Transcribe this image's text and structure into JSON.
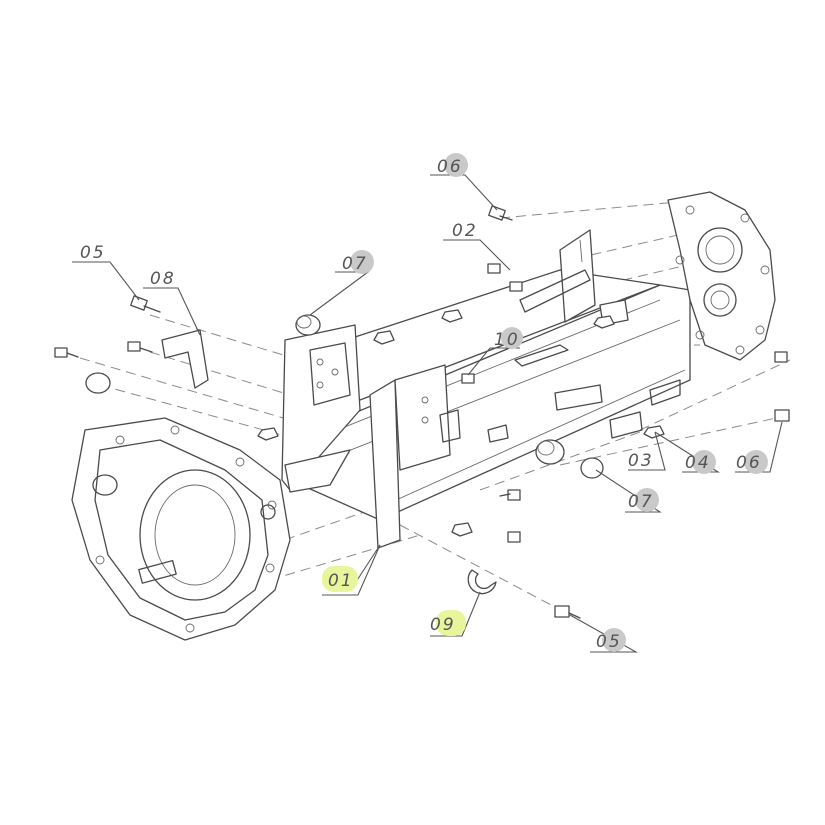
{
  "diagram": {
    "callouts": [
      {
        "id": "c06a",
        "label": "06",
        "highlight": "gray"
      },
      {
        "id": "c02",
        "label": "02",
        "highlight": "none"
      },
      {
        "id": "c05a",
        "label": "05",
        "highlight": "none"
      },
      {
        "id": "c08",
        "label": "08",
        "highlight": "none"
      },
      {
        "id": "c07a",
        "label": "07",
        "highlight": "gray"
      },
      {
        "id": "c10",
        "label": "10",
        "highlight": "gray"
      },
      {
        "id": "c03",
        "label": "03",
        "highlight": "none"
      },
      {
        "id": "c04",
        "label": "04",
        "highlight": "gray"
      },
      {
        "id": "c06b",
        "label": "06",
        "highlight": "gray"
      },
      {
        "id": "c07b",
        "label": "07",
        "highlight": "gray"
      },
      {
        "id": "c01",
        "label": "01",
        "highlight": "green"
      },
      {
        "id": "c09",
        "label": "09",
        "highlight": "green"
      },
      {
        "id": "c05b",
        "label": "05",
        "highlight": "gray"
      }
    ],
    "colors": {
      "gray_highlight": "#c9c9c9",
      "green_highlight": "#e8f59a",
      "line": "#4a4a4a"
    }
  }
}
